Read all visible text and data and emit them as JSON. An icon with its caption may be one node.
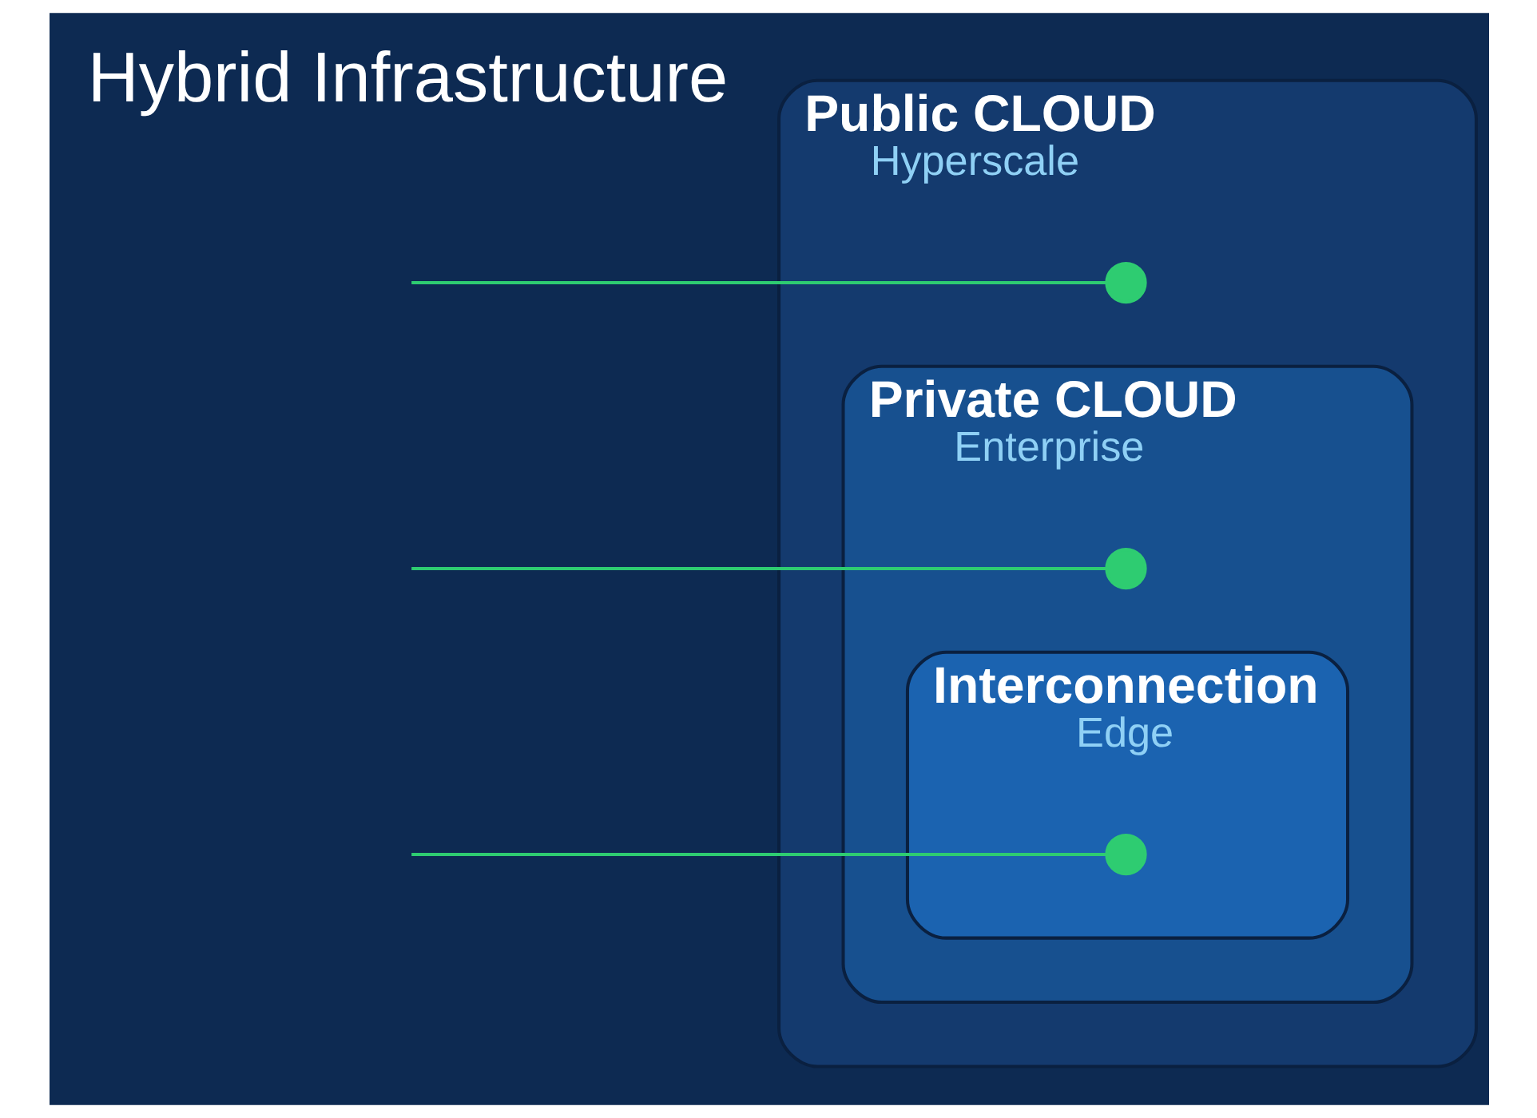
{
  "diagram": {
    "nodes": [
      {
        "text": [
          "Public CLOUD",
          "Hyperscale"
        ]
      },
      {
        "text": [],
        "shape": "circle",
        "in": 0
      },
      {
        "text": [
          "Private CLOUD",
          "Enterprise"
        ],
        "in": 0
      },
      {
        "text": [],
        "shape": "circle",
        "in": 2
      },
      {
        "text": [
          "Interconnection",
          "Edge"
        ],
        "in": 2
      },
      {
        "text": [],
        "shape": "circle",
        "in": 4
      }
    ],
    "edges": [
      {
        "from": null,
        "to": 1,
        "arrow": "none"
      },
      {
        "from": null,
        "to": 3,
        "arrow": "none"
      },
      {
        "from": null,
        "to": 5,
        "arrow": "none"
      }
    ],
    "labels": [
      "Hybrid Infrastructure"
    ]
  }
}
